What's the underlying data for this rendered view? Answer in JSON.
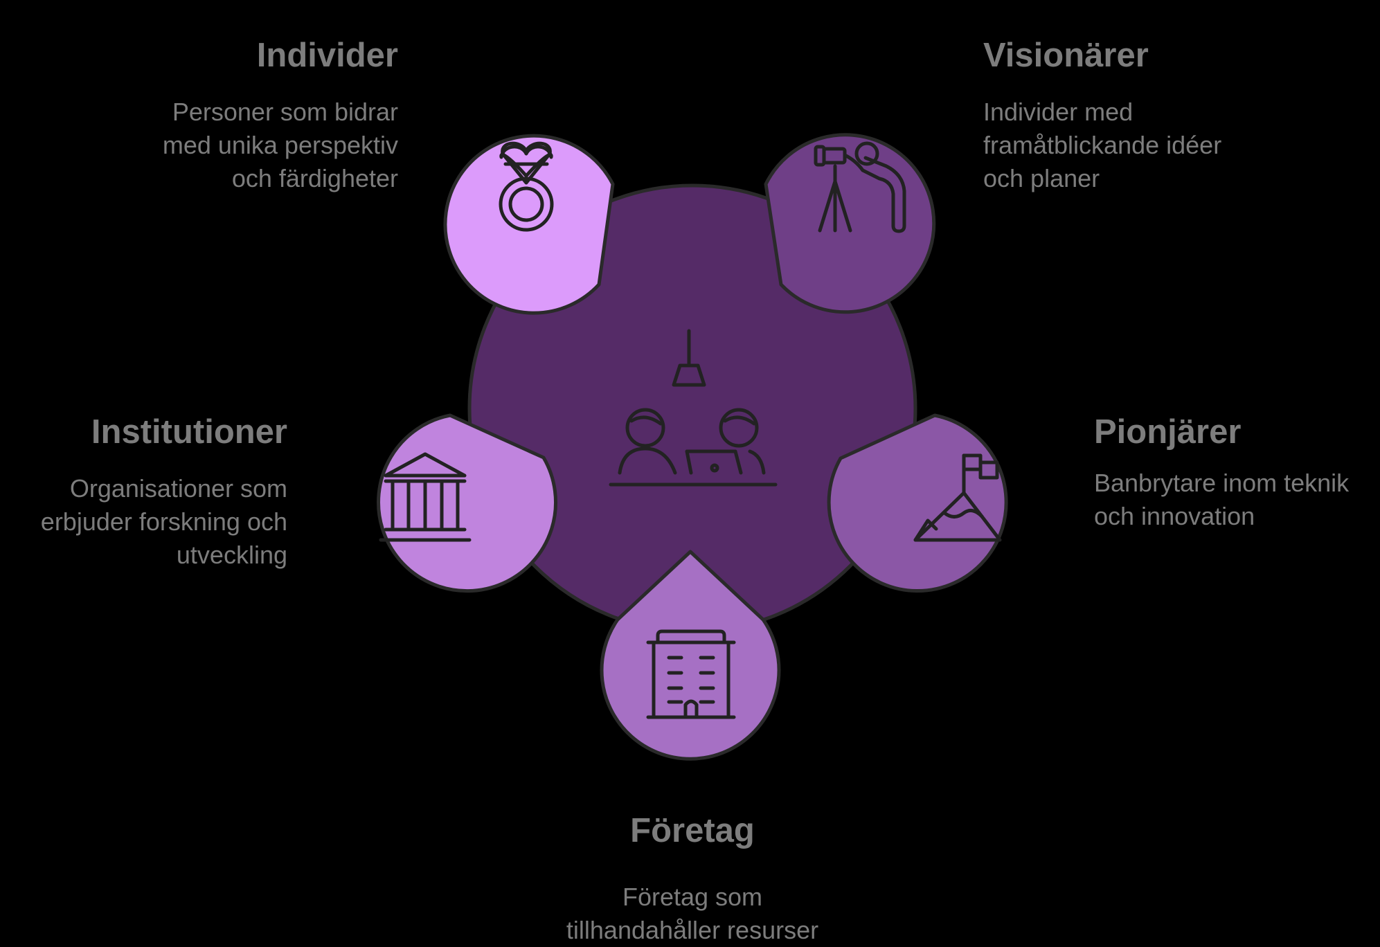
{
  "colors": {
    "background": "#000000",
    "hub": "#552b67",
    "individer": "#dc9bfb",
    "visionarer": "#6f3f87",
    "institutioner": "#c084de",
    "pionjarer": "#8b57a6",
    "foretag": "#a670c4",
    "outline": "#2a2a2a",
    "text": "#7d7d7d"
  },
  "hub": {
    "icon": "team-meeting-icon"
  },
  "segments": {
    "individer": {
      "title": "Individer",
      "description": "Personer som bidrar\nmed unika perspektiv\noch färdigheter",
      "icon": "heart-ring-icon"
    },
    "visionarer": {
      "title": "Visionärer",
      "description": "Individer med\nframåtblickande idéer\noch planer",
      "icon": "telescope-person-icon"
    },
    "institutioner": {
      "title": "Institutioner",
      "description": "Organisationer som\nerbjuder forskning och\nutveckling",
      "icon": "institution-building-icon"
    },
    "pionjarer": {
      "title": "Pionjärer",
      "description": "Banbrytare inom teknik\noch innovation",
      "icon": "mountain-flag-icon"
    },
    "foretag": {
      "title": "Företag",
      "description": "Företag som\ntillhandahåller resurser",
      "icon": "office-building-icon"
    }
  }
}
